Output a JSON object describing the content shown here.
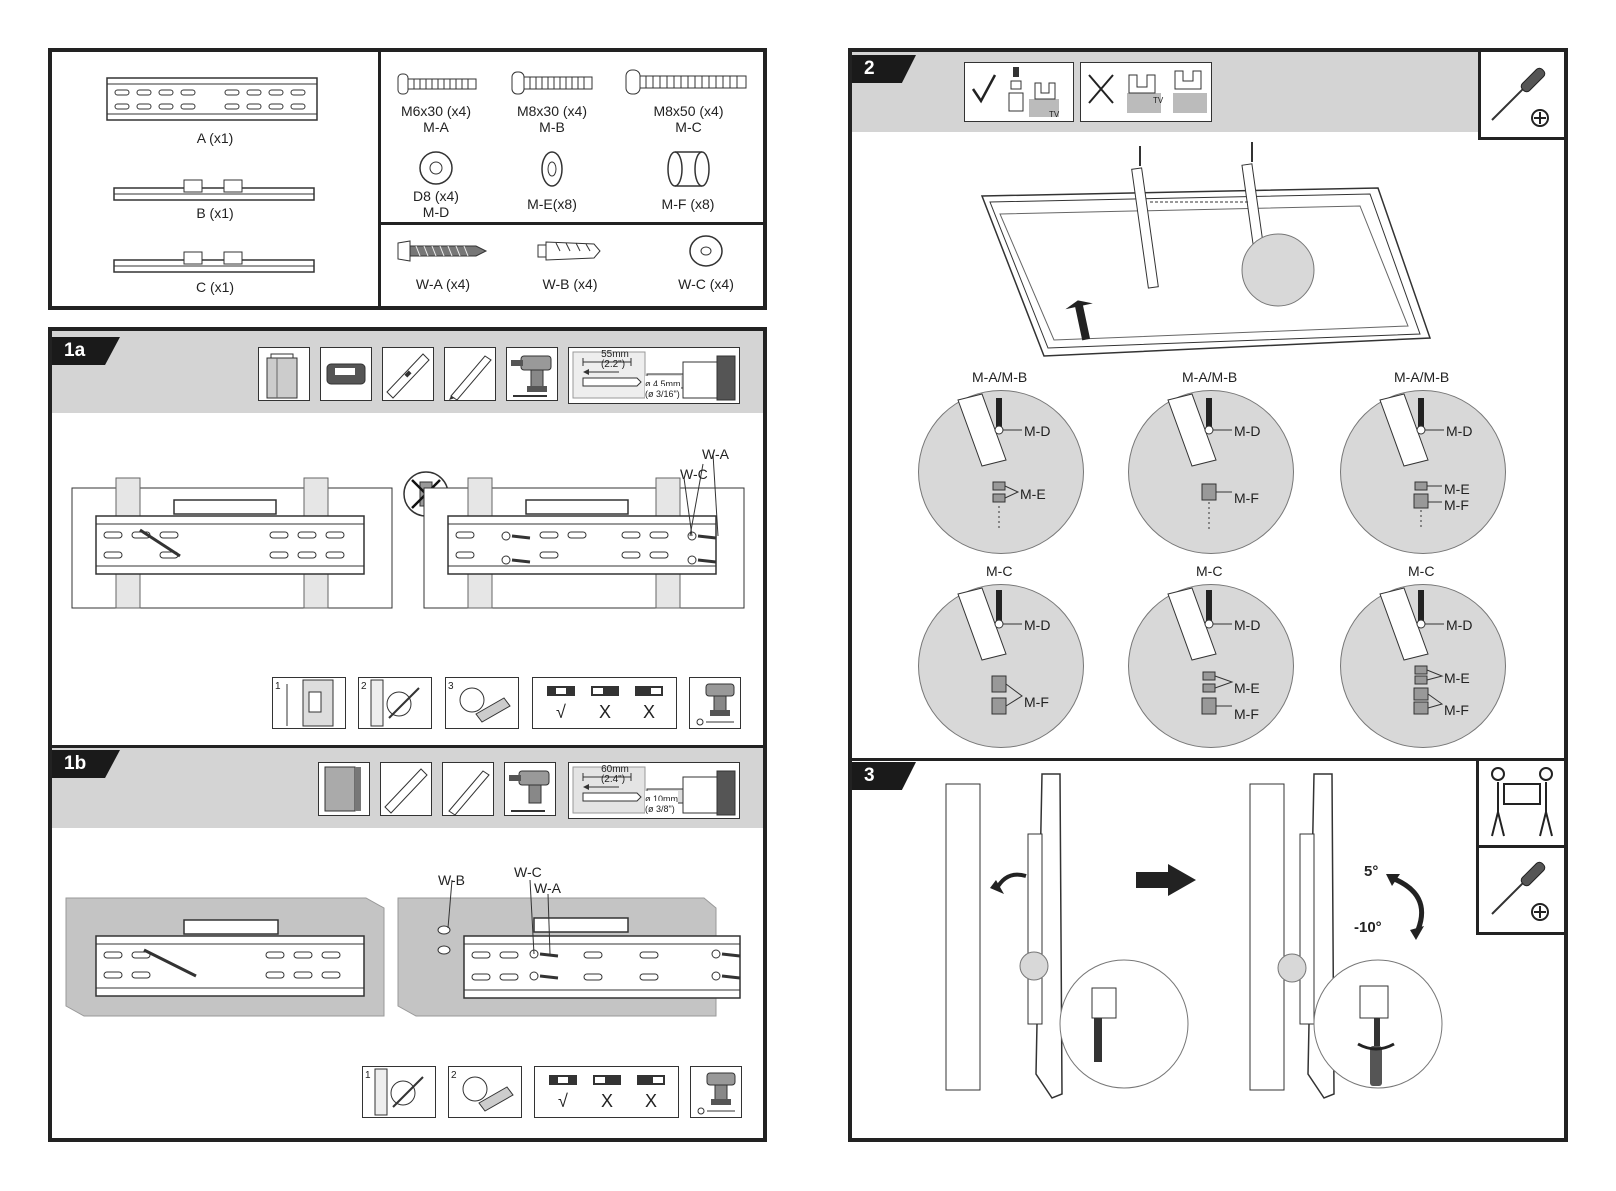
{
  "parts": {
    "bracket_a": "A (x1)",
    "bracket_b": "B (x1)",
    "bracket_c": "C (x1)",
    "screw_ma": "M6x30 (x4)",
    "screw_ma_code": "M-A",
    "screw_mb": "M8x30 (x4)",
    "screw_mb_code": "M-B",
    "screw_mc": "M8x50 (x4)",
    "screw_mc_code": "M-C",
    "washer_md": "D8 (x4)",
    "washer_md_code": "M-D",
    "spacer_me": "M-E(x8)",
    "spacer_mf": "M-F (x8)",
    "wa": "W-A (x4)",
    "wb": "W-B (x4)",
    "wc": "W-C (x4)"
  },
  "step1a": {
    "tag": "1a",
    "drill_depth": "55mm",
    "drill_depth_in": "(2.2\")",
    "drill_dia": "ø 4,5mm",
    "drill_dia_in": "(ø 3/16\")",
    "callout_wa": "W-A",
    "callout_wc": "W-C",
    "sub1": "1",
    "sub2": "2",
    "sub3": "3",
    "check": "√",
    "cross1": "X",
    "cross2": "X"
  },
  "step1b": {
    "tag": "1b",
    "drill_depth": "60mm",
    "drill_depth_in": "(2.4\")",
    "drill_dia": "ø 10mm",
    "drill_dia_in": "(ø 3/8\")",
    "callout_wb": "W-B",
    "callout_wc": "W-C",
    "callout_wa": "W-A",
    "sub1": "1",
    "sub2": "2",
    "check": "√",
    "cross1": "X",
    "cross2": "X"
  },
  "step2": {
    "tag": "2",
    "tv": "TV",
    "top_labels": [
      "M-A/M-B",
      "M-A/M-B",
      "M-A/M-B"
    ],
    "bottom_labels": [
      "M-C",
      "M-C",
      "M-C"
    ],
    "md": "M-D",
    "me": "M-E",
    "mf": "M-F"
  },
  "step3": {
    "tag": "3",
    "tilt_up": "5°",
    "tilt_down": "-10°"
  }
}
